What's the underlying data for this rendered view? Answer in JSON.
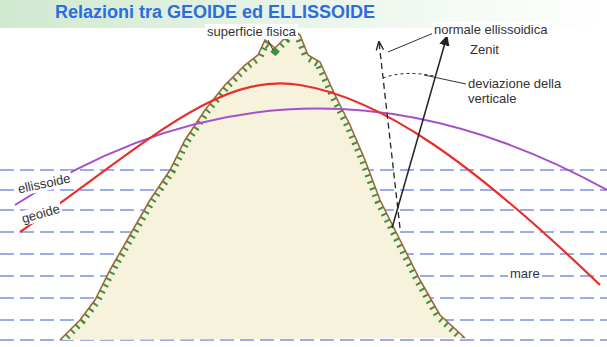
{
  "diagram": {
    "title": "Relazioni tra GEOIDE ed ELLISSOIDE",
    "labels": [
      "superficie fisica",
      "normale ellissoidica",
      "Zenit",
      "deviazione della verticale",
      "ellissoide",
      "geoide",
      "mare"
    ]
  }
}
